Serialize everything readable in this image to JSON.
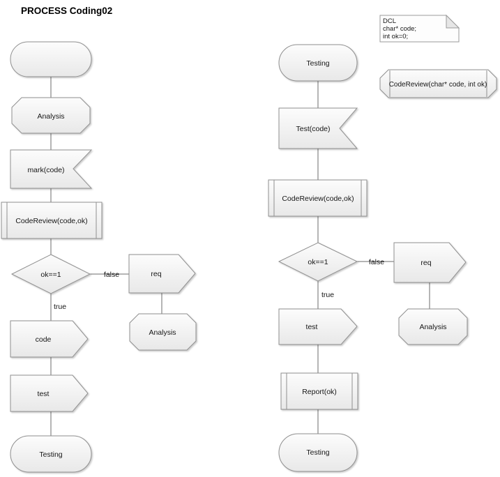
{
  "title": "PROCESS Coding02",
  "left": {
    "start": "",
    "state1": "Analysis",
    "input1": "mark(code)",
    "proc1": "CodeReview(code,ok)",
    "decision": "ok==1",
    "true_label": "true",
    "false_label": "false",
    "out1": "code",
    "out2": "test",
    "end": "Testing",
    "branch": {
      "out": "req",
      "state": "Analysis"
    }
  },
  "right": {
    "start": "Testing",
    "input1": "Test(code)",
    "proc1": "CodeReview(code,ok)",
    "decision": "ok==1",
    "true_label": "true",
    "false_label": "false",
    "out1": "test",
    "proc2": "Report(ok)",
    "end": "Testing",
    "branch": {
      "out": "req",
      "state": "Analysis"
    }
  },
  "notes": {
    "dcl_lines": [
      "DCL",
      "char* code;",
      "int ok=0;"
    ],
    "procedure_declaration": "CodeReview(char* code, int ok)"
  }
}
